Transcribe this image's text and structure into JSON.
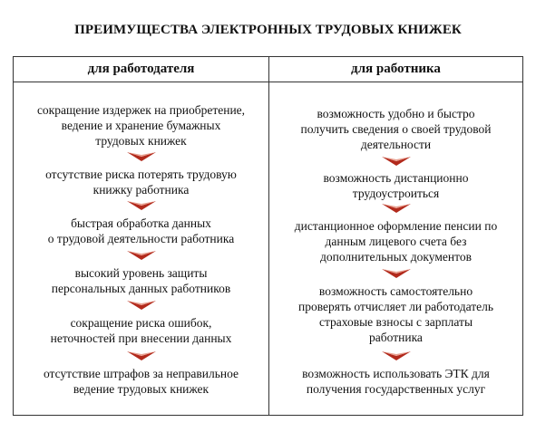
{
  "title": "ПРЕИМУЩЕСТВА ЭЛЕКТРОННЫХ ТРУДОВЫХ КНИЖЕК",
  "columns": [
    {
      "header": "для работодателя",
      "items": [
        {
          "lines": [
            "сокращение издержек на приобретение,",
            "ведение и хранение бумажных",
            "трудовых книжек"
          ]
        },
        {
          "lines": [
            "отсутствие риска потерять трудовую",
            "книжку работника"
          ]
        },
        {
          "lines": [
            "быстрая обработка данных",
            "о трудовой деятельности работника"
          ]
        },
        {
          "lines": [
            "высокий уровень защиты",
            "персональных данных работников"
          ]
        },
        {
          "lines": [
            "сокращение риска ошибок,",
            "неточностей при внесении данных"
          ]
        },
        {
          "lines": [
            "отсутствие штрафов за неправильное",
            "ведение трудовых книжек"
          ]
        }
      ]
    },
    {
      "header": "для работника",
      "items": [
        {
          "lines": [
            "возможность удобно и быстро",
            "получить сведения о своей трудовой",
            "деятельности"
          ]
        },
        {
          "lines": [
            "возможность дистанционно",
            "трудоустроиться"
          ]
        },
        {
          "lines": [
            "дистанционное оформление пенсии по",
            "данным лицевого счета без",
            "дополнительных документов"
          ]
        },
        {
          "lines": [
            "возможность самостоятельно",
            "проверять отчисляет ли работодатель",
            "страховые взносы с зарплаты",
            "работника"
          ]
        },
        {
          "lines": [
            "возможность использовать ЭТК для",
            "получения государственных услуг"
          ]
        }
      ]
    }
  ],
  "colors": {
    "arrow_top": "#e8a090",
    "arrow_bottom": "#b22a1c",
    "border": "#333333"
  },
  "icons": {
    "separator": "chevron-down-icon"
  }
}
